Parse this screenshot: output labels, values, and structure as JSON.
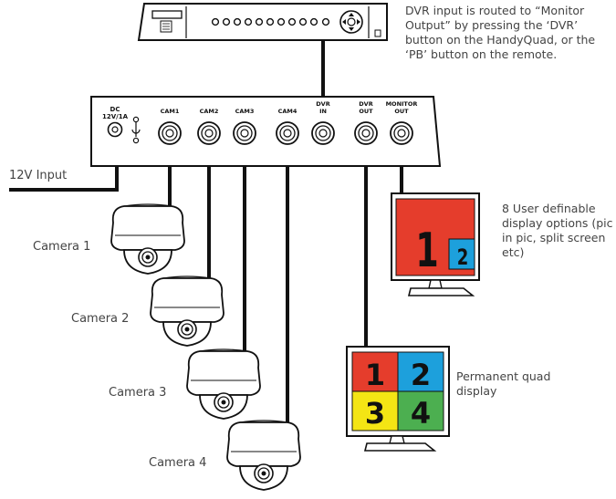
{
  "notes": {
    "dvr": "DVR input is routed to “Monitor Output” by pressing the ‘DVR’ button on the HandyQuad, or the ‘PB’ button on the remote.",
    "user_display": "8 User definable display options (pic in pic, split screen etc)",
    "quad_display": "Permanent quad display"
  },
  "power_label": "12V Input",
  "unit": {
    "dc_label": "DC",
    "dc_rating": "12V/1A",
    "ports": [
      {
        "line1": "CAM1",
        "line2": ""
      },
      {
        "line1": "CAM2",
        "line2": ""
      },
      {
        "line1": "CAM3",
        "line2": ""
      },
      {
        "line1": "CAM4",
        "line2": ""
      },
      {
        "line1": "DVR",
        "line2": "IN"
      },
      {
        "line1": "DVR",
        "line2": "OUT"
      },
      {
        "line1": "MONITOR",
        "line2": "OUT"
      }
    ]
  },
  "cameras": [
    "Camera 1",
    "Camera 2",
    "Camera 3",
    "Camera 4"
  ],
  "monitor_user": {
    "main": "1",
    "pip": "2"
  },
  "monitor_quad": {
    "q1": "1",
    "q2": "2",
    "q3": "3",
    "q4": "4"
  },
  "colors": {
    "red": "#e53d2c",
    "blue": "#1da0dc",
    "yellow": "#f4e514",
    "green": "#4caf50",
    "cable": "#111111"
  }
}
